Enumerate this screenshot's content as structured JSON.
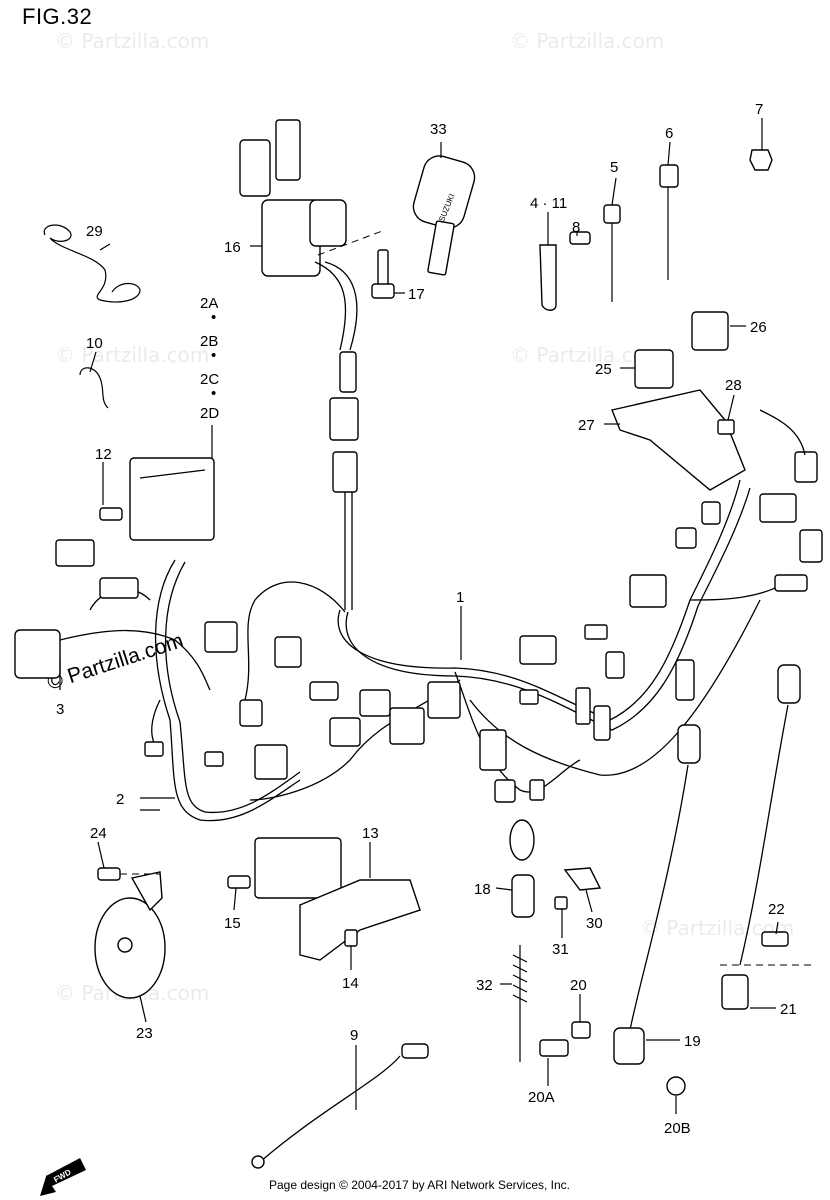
{
  "figure": {
    "title": "FIG.32",
    "footer": "Page design © 2004-2017 by ARI Network Services, Inc.",
    "watermark_text": "© Partzilla.com",
    "fwd_label": "FWD",
    "key_brand": "SUZUKI"
  },
  "callouts": {
    "c1": "1",
    "c2": "2",
    "c2a": "2A",
    "c2b": "2B",
    "c2c": "2C",
    "c2d": "2D",
    "c3": "3",
    "c4_11": "4 · 11",
    "c5": "5",
    "c6": "6",
    "c7": "7",
    "c8": "8",
    "c9": "9",
    "c10": "10",
    "c12": "12",
    "c13": "13",
    "c14": "14",
    "c15": "15",
    "c16": "16",
    "c17": "17",
    "c18": "18",
    "c19": "19",
    "c20": "20",
    "c20a": "20A",
    "c20b": "20B",
    "c21": "21",
    "c22": "22",
    "c23": "23",
    "c24": "24",
    "c25": "25",
    "c26": "26",
    "c27": "27",
    "c28": "28",
    "c29": "29",
    "c30": "30",
    "c31": "31",
    "c32": "32",
    "c33": "33"
  }
}
